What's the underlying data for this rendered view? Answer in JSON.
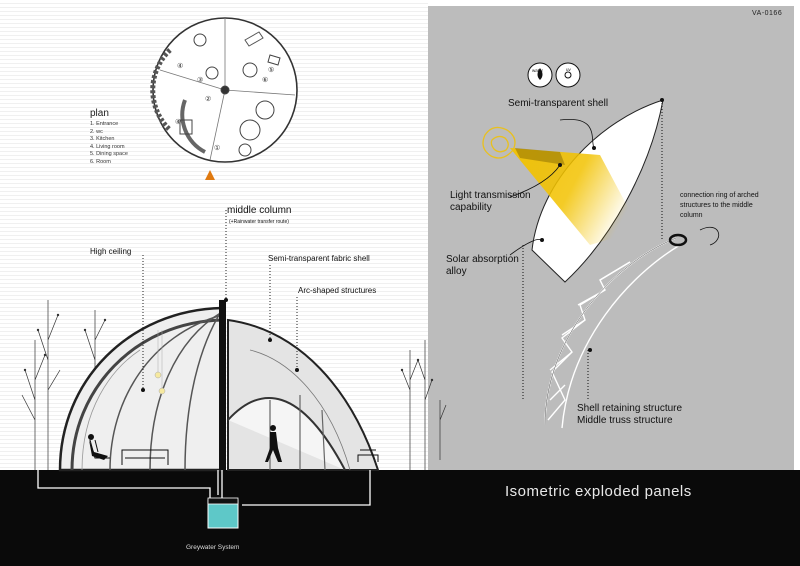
{
  "code": "VA-0166",
  "plan": {
    "title": "plan",
    "items": [
      "1. Entrance",
      "2. wc",
      "3. Kitchen",
      "4. Living room",
      "5. Dining space",
      "6. Room"
    ]
  },
  "section": {
    "middle_column": "middle column",
    "middle_column_note": "(+Rainwater transfer route)",
    "high_ceiling": "High ceiling",
    "fabric_shell": "Semi-transparent fabric shell",
    "arc_structures": "Arc-shaped structures",
    "greywater": "Greywater System"
  },
  "exploded": {
    "semi_shell": "Semi-transparent shell",
    "light_1": "Light transmission",
    "light_2": "capability",
    "solar_1": "Solar absorption",
    "solar_2": "alloy",
    "ring_1": "connection ring of arched",
    "ring_2": "structures to the middle",
    "ring_3": "column",
    "retaining": "Shell retaining structure",
    "truss": "Middle truss structure",
    "water_badge": "water",
    "uv_badge": "uv",
    "title": "Isometric exploded panels"
  },
  "colors": {
    "panel_grey": "#bcbcbc",
    "ground": "#0a0a0a",
    "sun_yellow": "#f2c200",
    "accent_orange": "#e07a10",
    "water_tank": "#5ec8c8"
  }
}
